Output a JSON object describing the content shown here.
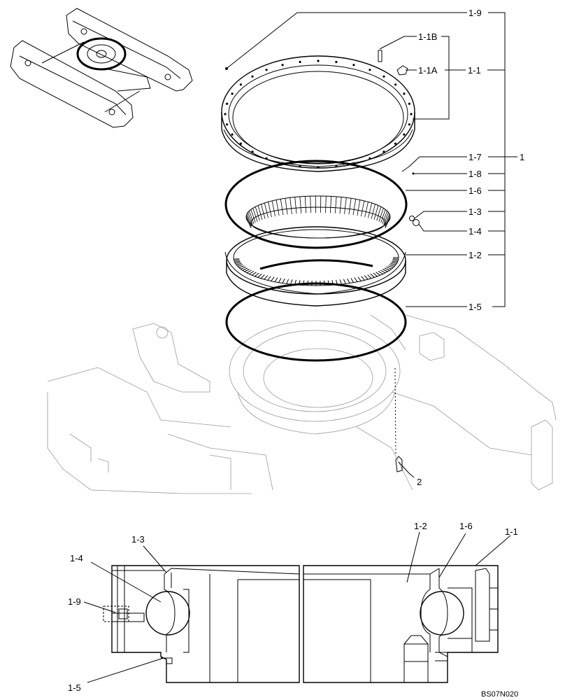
{
  "exploded_labels": {
    "l_1_9": "1-9",
    "l_1_1b": "1-1B",
    "l_1_1a": "1-1A",
    "l_1_1": "1-1",
    "l_1_7": "1-7",
    "l_1": "1",
    "l_1_8": "1-8",
    "l_1_6": "1-6",
    "l_1_3": "1-3",
    "l_1_4": "1-4",
    "l_1_2": "1-2",
    "l_1_5": "1-5",
    "l_2": "2"
  },
  "section_labels": {
    "s_1_3": "1-3",
    "s_1_4": "1-4",
    "s_1_9": "1-9",
    "s_1_5": "1-5",
    "s_1_2": "1-2",
    "s_1_6": "1-6",
    "s_1_1": "1-1"
  },
  "drawing_code": "BS07N020"
}
